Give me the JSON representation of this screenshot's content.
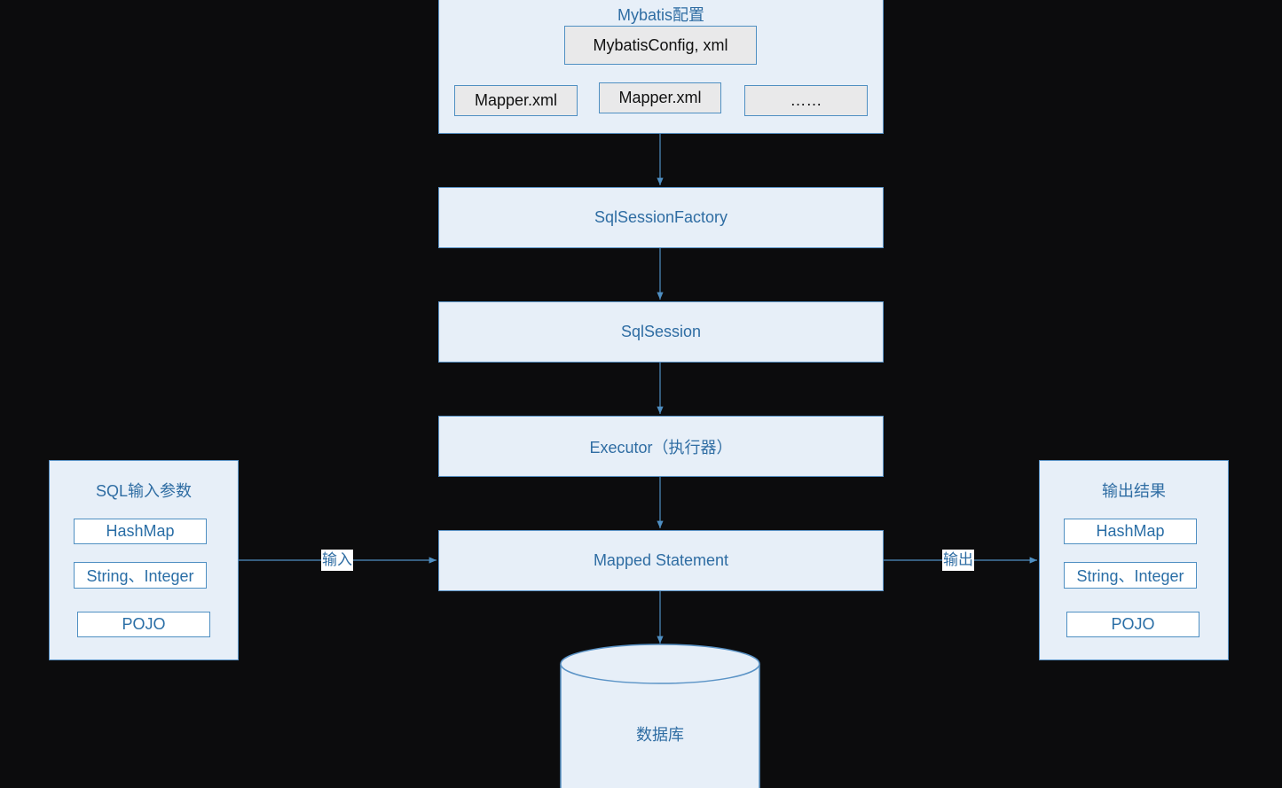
{
  "config": {
    "title": "Mybatis配置",
    "main_file": "MybatisConfig, xml",
    "files": [
      "Mapper.xml",
      "Mapper.xml",
      "……"
    ]
  },
  "nodes": {
    "factory": "SqlSessionFactory",
    "session": "SqlSession",
    "executor": "Executor（执行器）",
    "mapped": "Mapped Statement",
    "database": "数据库"
  },
  "input": {
    "title": "SQL输入参数",
    "items": [
      "HashMap",
      "String、Integer",
      "POJO"
    ],
    "edge_label": "输入"
  },
  "output": {
    "title": "输出结果",
    "items": [
      "HashMap",
      "String、Integer",
      "POJO"
    ],
    "edge_label": "输出"
  },
  "colors": {
    "box_fill": "#e7eff8",
    "box_border": "#5a93c6",
    "text_blue": "#2f6da3",
    "background": "#0c0c0d"
  }
}
